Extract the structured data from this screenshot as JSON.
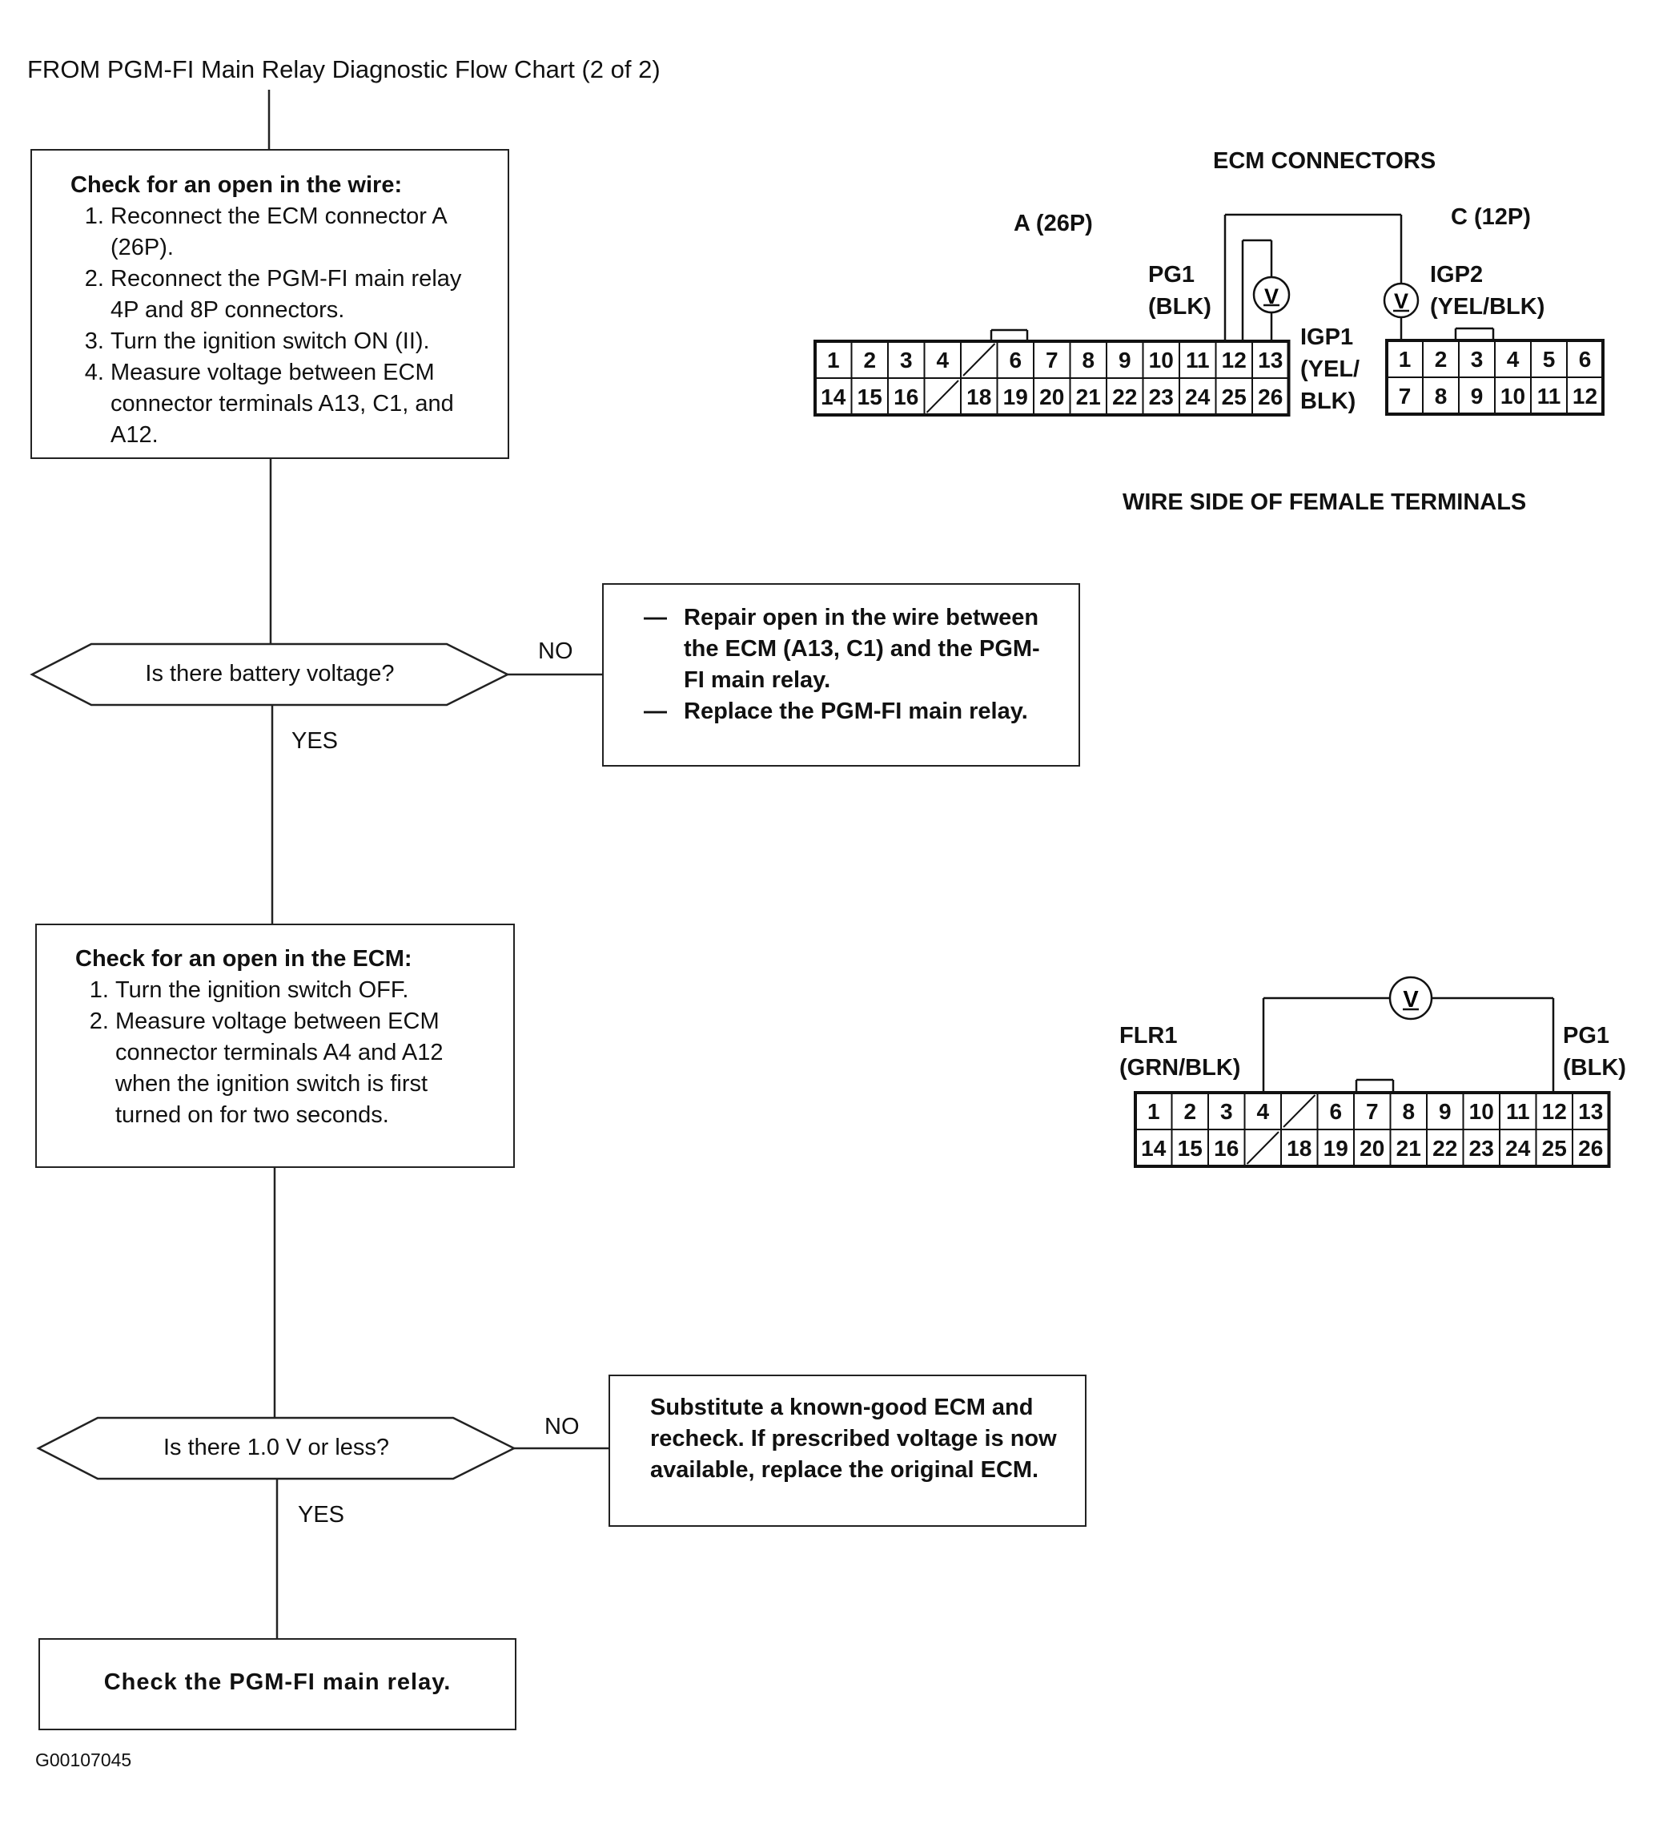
{
  "header": "FROM PGM-FI Main Relay Diagnostic Flow Chart (2 of 2)",
  "step1": {
    "heading": "Check for an open in the wire:",
    "items": [
      "Reconnect the ECM connector A (26P).",
      "Reconnect the PGM-FI main relay 4P and 8P connectors.",
      "Turn the ignition switch ON (II).",
      "Measure voltage between ECM connector terminals A13, C1, and A12."
    ]
  },
  "decision1": {
    "question": "Is there battery voltage?",
    "no_label": "NO",
    "yes_label": "YES"
  },
  "no1": {
    "items": [
      "Repair open in the wire between the ECM (A13, C1) and the PGM-FI main relay.",
      "Replace the PGM-FI main relay."
    ]
  },
  "step2": {
    "heading": "Check for an open in the ECM:",
    "items": [
      "Turn the ignition switch OFF.",
      "Measure voltage between ECM connector terminals A4 and A12 when the ignition switch is first turned on for two seconds."
    ]
  },
  "decision2": {
    "question": "Is there 1.0 V or less?",
    "no_label": "NO",
    "yes_label": "YES"
  },
  "no2": {
    "text": "Substitute a known-good ECM and recheck. If prescribed voltage is now available, replace the original ECM."
  },
  "final": {
    "text": "Check the PGM-FI main relay."
  },
  "figure_id": "G00107045",
  "ecm_diagram": {
    "title": "ECM CONNECTORS",
    "subtitle": "WIRE SIDE OF FEMALE TERMINALS",
    "connector_a_label": "A (26P)",
    "connector_c_label": "C (12P)",
    "pg1_label": [
      "PG1",
      "(BLK)"
    ],
    "igp1_label": [
      "IGP1",
      "(YEL/",
      "BLK)"
    ],
    "igp2_label": [
      "IGP2",
      "(YEL/BLK)"
    ],
    "meter_symbol": "V",
    "connector_a_rows": [
      [
        "1",
        "2",
        "3",
        "4",
        "/",
        "6",
        "7",
        "8",
        "9",
        "10",
        "11",
        "12",
        "13"
      ],
      [
        "14",
        "15",
        "16",
        "/",
        "18",
        "19",
        "20",
        "21",
        "22",
        "23",
        "24",
        "25",
        "26"
      ]
    ],
    "connector_c_rows": [
      [
        "1",
        "2",
        "3",
        "4",
        "5",
        "6"
      ],
      [
        "7",
        "8",
        "9",
        "10",
        "11",
        "12"
      ]
    ]
  },
  "flr_diagram": {
    "flr1_label": [
      "FLR1",
      "(GRN/BLK)"
    ],
    "pg1_label": [
      "PG1",
      "(BLK)"
    ],
    "meter_symbol": "V",
    "connector_rows": [
      [
        "1",
        "2",
        "3",
        "4",
        "/",
        "6",
        "7",
        "8",
        "9",
        "10",
        "11",
        "12",
        "13"
      ],
      [
        "14",
        "15",
        "16",
        "/",
        "18",
        "19",
        "20",
        "21",
        "22",
        "23",
        "24",
        "25",
        "26"
      ]
    ]
  },
  "colors": {
    "ink": "#111111",
    "line": "#222222",
    "background": "#ffffff"
  }
}
